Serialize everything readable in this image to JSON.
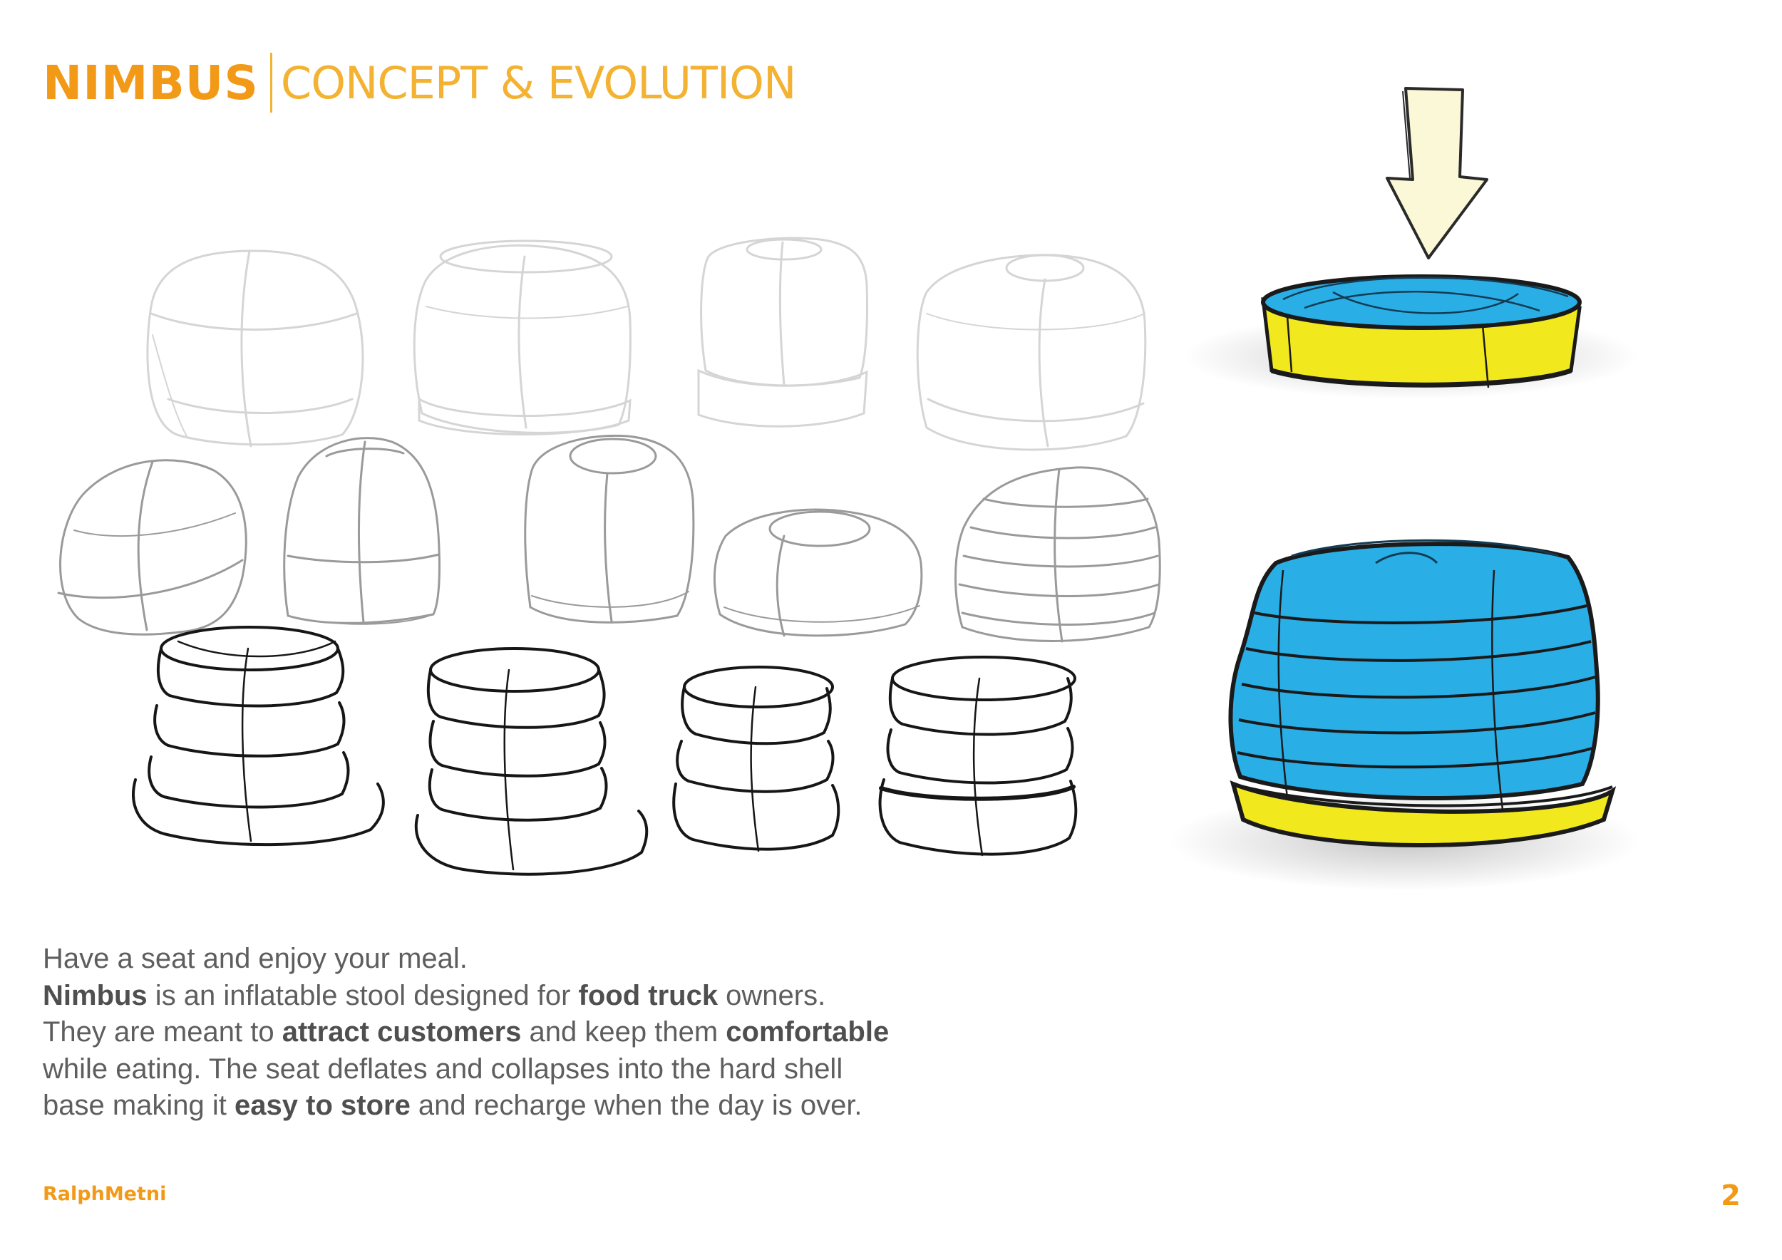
{
  "header": {
    "brand": "NIMBUS",
    "subtitle": "CONCEPT & EVOLUTION"
  },
  "description": {
    "line1": "Have a seat and enjoy your meal.",
    "line2": {
      "b1": "Nimbus",
      "t1": " is an inflatable stool designed for ",
      "b2": "food truck",
      "t2": " owners."
    },
    "line3": {
      "t1": "They are meant to ",
      "b1": "attract customers",
      "t2": " and keep them ",
      "b2": "comfortable"
    },
    "line4": "while eating. The seat deflates and collapses into the hard shell",
    "line5": {
      "t1": "base making it ",
      "b1": "easy to store",
      "t2": " and recharge when the day is over."
    }
  },
  "footer": {
    "author": "RalphMetni",
    "page_number": "2"
  },
  "colors": {
    "accent": "#f29a17",
    "subtitle_text": "#f3b232",
    "body_text": "#5e5e5e",
    "sketch_faint": "#d5d5d5",
    "sketch_mid": "#9a9a9a",
    "sketch_dark": "#161616",
    "seat_blue": "#2aaee6",
    "base_yellow": "#f2e81e",
    "arrow_fill": "#fbf8d8"
  },
  "illustrations": {
    "sketch_rows": 3,
    "sketches_per_row": [
      4,
      5,
      4
    ],
    "colored_renders": [
      "deflated-stool-render",
      "inflated-stool-render"
    ],
    "arrow": "down-arrow-icon"
  }
}
